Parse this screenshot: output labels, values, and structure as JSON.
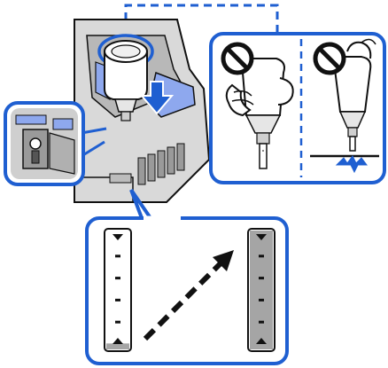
{
  "figure": {
    "kind": "printer ink refill instruction illustration",
    "colors": {
      "accent_blue": "#1f5fd1",
      "light_blue": "#8ea8ee",
      "printer_gray": "#d6d6d6",
      "printer_dark": "#8a8a8a",
      "ink_gray": "#a5a5a5",
      "outline": "#111111",
      "prohibition": "#111111"
    },
    "icons": {
      "left_prohibition": "no-squeeze-bottle-icon",
      "right_prohibition": "no-tap-bottle-icon",
      "arrow": "diagonal-dashed-arrow-icon"
    },
    "ink_levels": {
      "before": 0.05,
      "after": 1.0,
      "tick_marks": 4
    }
  }
}
